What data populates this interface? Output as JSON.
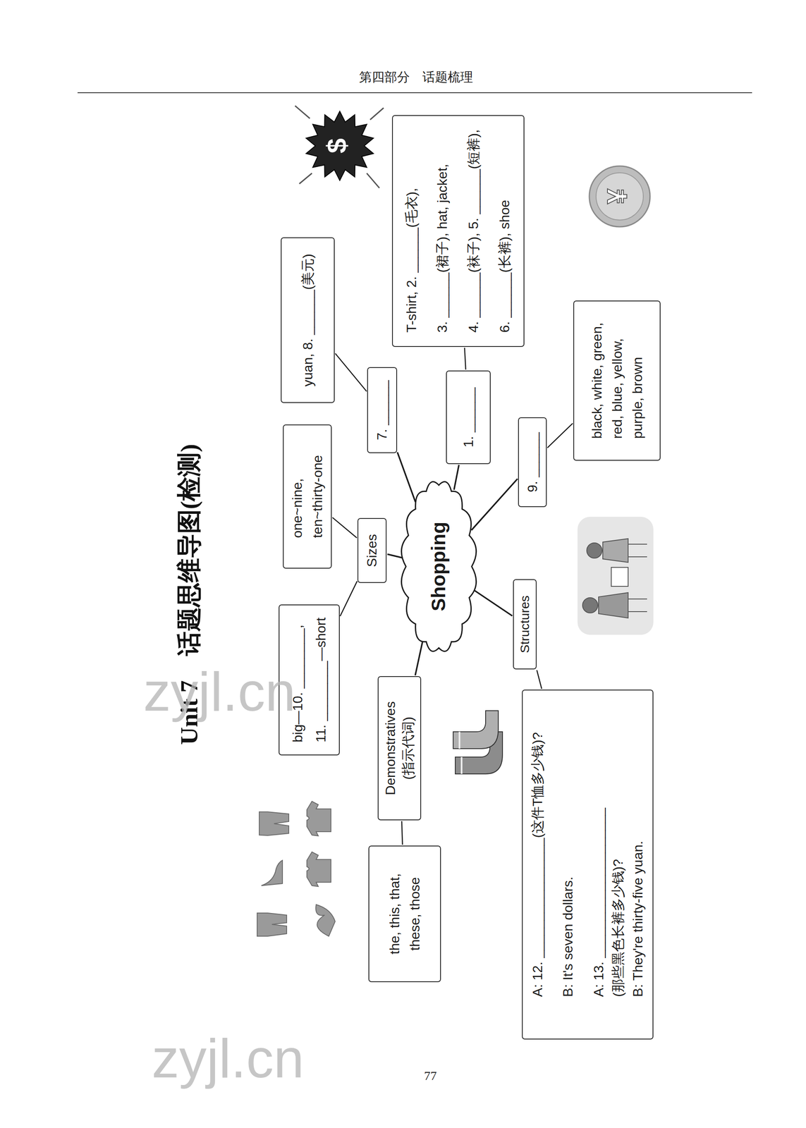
{
  "diagram": {
    "title": "Unit 7　话题思维导图(检测)",
    "nodes": [
      {
        "text": [
          "Shopping"
        ]
      },
      {
        "text": [
          "Sizes"
        ]
      },
      {
        "text": [
          "big—10. ________,",
          "11. ________—short"
        ]
      },
      {
        "text": [
          "one~nine,",
          "ten~thirty-one"
        ]
      },
      {
        "text": [
          "7. ______"
        ]
      },
      {
        "text": [
          "yuan, 8. ______(美元)"
        ]
      },
      {
        "text": [
          "1. ______"
        ]
      },
      {
        "text": [
          "T-shirt, 2. ______(毛衣),",
          "3. ______(裙子), hat, jacket,",
          "4. ______(袜子), 5. ______(短裤),",
          "6. ______(长裤), shoe"
        ]
      },
      {
        "text": [
          "9. ______"
        ]
      },
      {
        "text": [
          "black, white, green,",
          "red, blue, yellow,",
          "purple, brown"
        ]
      },
      {
        "text": [
          "Structures"
        ]
      },
      {
        "text": [
          "A: 12. ________________(这件T恤多少钱)?",
          "B: It's seven dollars.",
          "A: 13. ____________________",
          "(那些黑色长裤多少钱)?",
          "B: They're thirty-five yuan."
        ]
      },
      {
        "text": [
          "Demonstratives",
          "(指示代词)"
        ]
      },
      {
        "text": [
          "the, this, that,",
          "these, those"
        ]
      }
    ],
    "edges": [
      {
        "from": 0,
        "to": 1,
        "arrow": "none"
      },
      {
        "from": 1,
        "to": 2,
        "arrow": "none"
      },
      {
        "from": 1,
        "to": 3,
        "arrow": "none"
      },
      {
        "from": 0,
        "to": 4,
        "arrow": "none"
      },
      {
        "from": 4,
        "to": 5,
        "arrow": "none"
      },
      {
        "from": 0,
        "to": 6,
        "arrow": "none"
      },
      {
        "from": 6,
        "to": 7,
        "arrow": "none"
      },
      {
        "from": 0,
        "to": 8,
        "arrow": "none"
      },
      {
        "from": 8,
        "to": 9,
        "arrow": "none"
      },
      {
        "from": 0,
        "to": 10,
        "arrow": "none"
      },
      {
        "from": 10,
        "to": 11,
        "arrow": "none"
      },
      {
        "from": 0,
        "to": 12,
        "arrow": "none"
      },
      {
        "from": 12,
        "to": 13,
        "arrow": "none"
      }
    ],
    "labels": [
      "第四部分　话题梳理",
      "77",
      "$",
      "¥",
      "zyjl.cn",
      "zyjl.cn"
    ]
  }
}
